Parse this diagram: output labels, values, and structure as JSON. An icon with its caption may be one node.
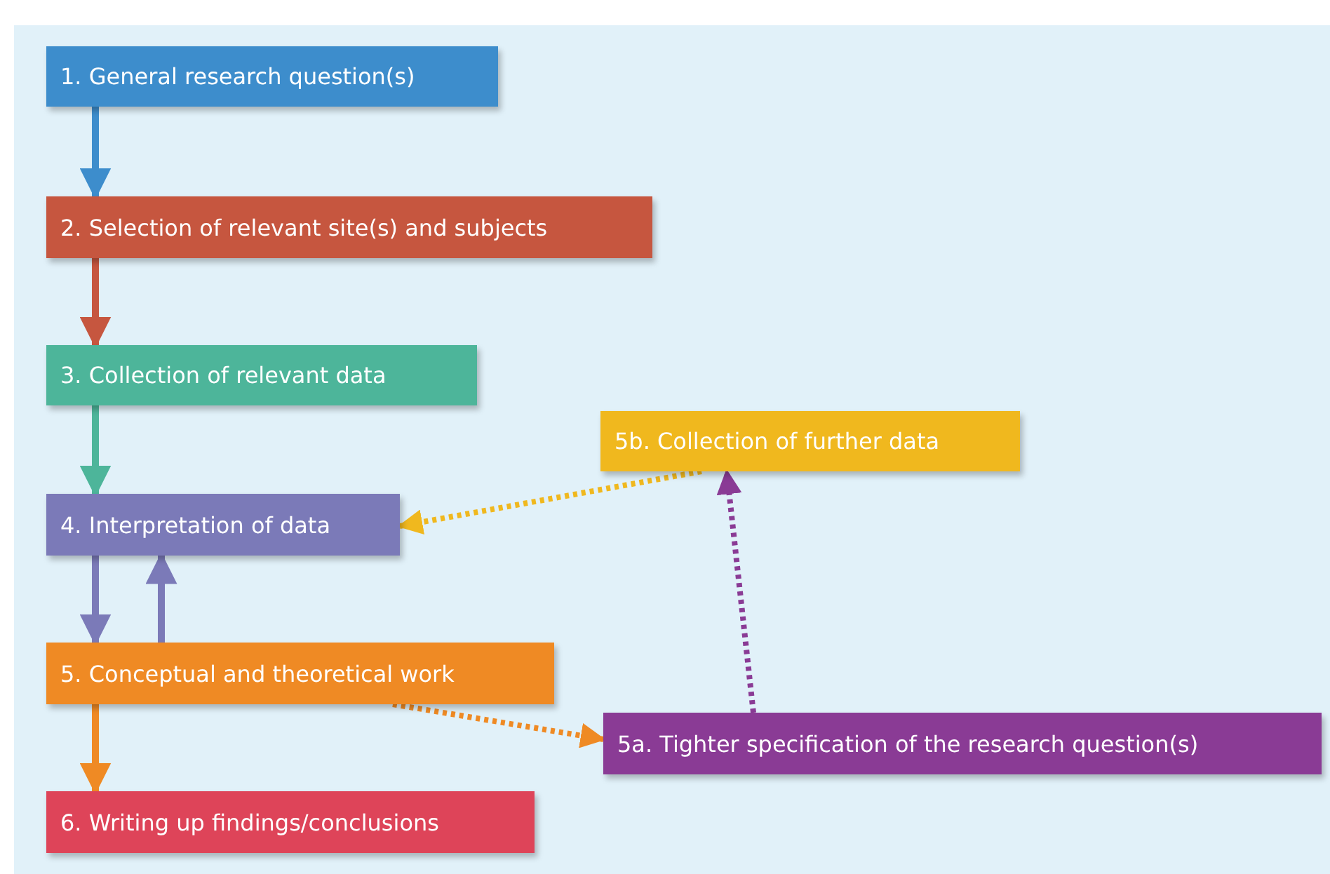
{
  "diagram": {
    "nodes": [
      {
        "text": [
          "1. General research question(s)"
        ]
      },
      {
        "text": [
          "2. Selection of relevant site(s) and subjects"
        ]
      },
      {
        "text": [
          "3. Collection of relevant data"
        ]
      },
      {
        "text": [
          "4. Interpretation of data"
        ]
      },
      {
        "text": [
          "5. Conceptual and theoretical work"
        ]
      },
      {
        "text": [
          "6. Writing up findings/conclusions"
        ]
      },
      {
        "text": [
          "5b. Collection of further data"
        ]
      },
      {
        "text": [
          "5a. Tighter specification of the research question(s)"
        ]
      }
    ],
    "edges": [
      {
        "from": 0,
        "to": 1,
        "arrow": "to",
        "color": "#3d8dcc"
      },
      {
        "from": 1,
        "to": 2,
        "arrow": "to",
        "color": "#c6563f"
      },
      {
        "from": 2,
        "to": 3,
        "arrow": "to",
        "color": "#4db59a"
      },
      {
        "from": 3,
        "to": 4,
        "arrow": "to",
        "color": "#7b7ab8"
      },
      {
        "from": 4,
        "to": 3,
        "arrow": "to",
        "color": "#7b7ab8"
      },
      {
        "from": 4,
        "to": 5,
        "arrow": "to",
        "color": "#ef8a24"
      },
      {
        "from": 4,
        "to": 7,
        "arrow": "to",
        "style": "dashed",
        "color": "#ef8a24"
      },
      {
        "from": 7,
        "to": 6,
        "arrow": "to",
        "style": "dashed",
        "color": "#8a3b95"
      },
      {
        "from": 6,
        "to": 3,
        "arrow": "to",
        "style": "dashed",
        "color": "#f0b81e"
      }
    ]
  }
}
